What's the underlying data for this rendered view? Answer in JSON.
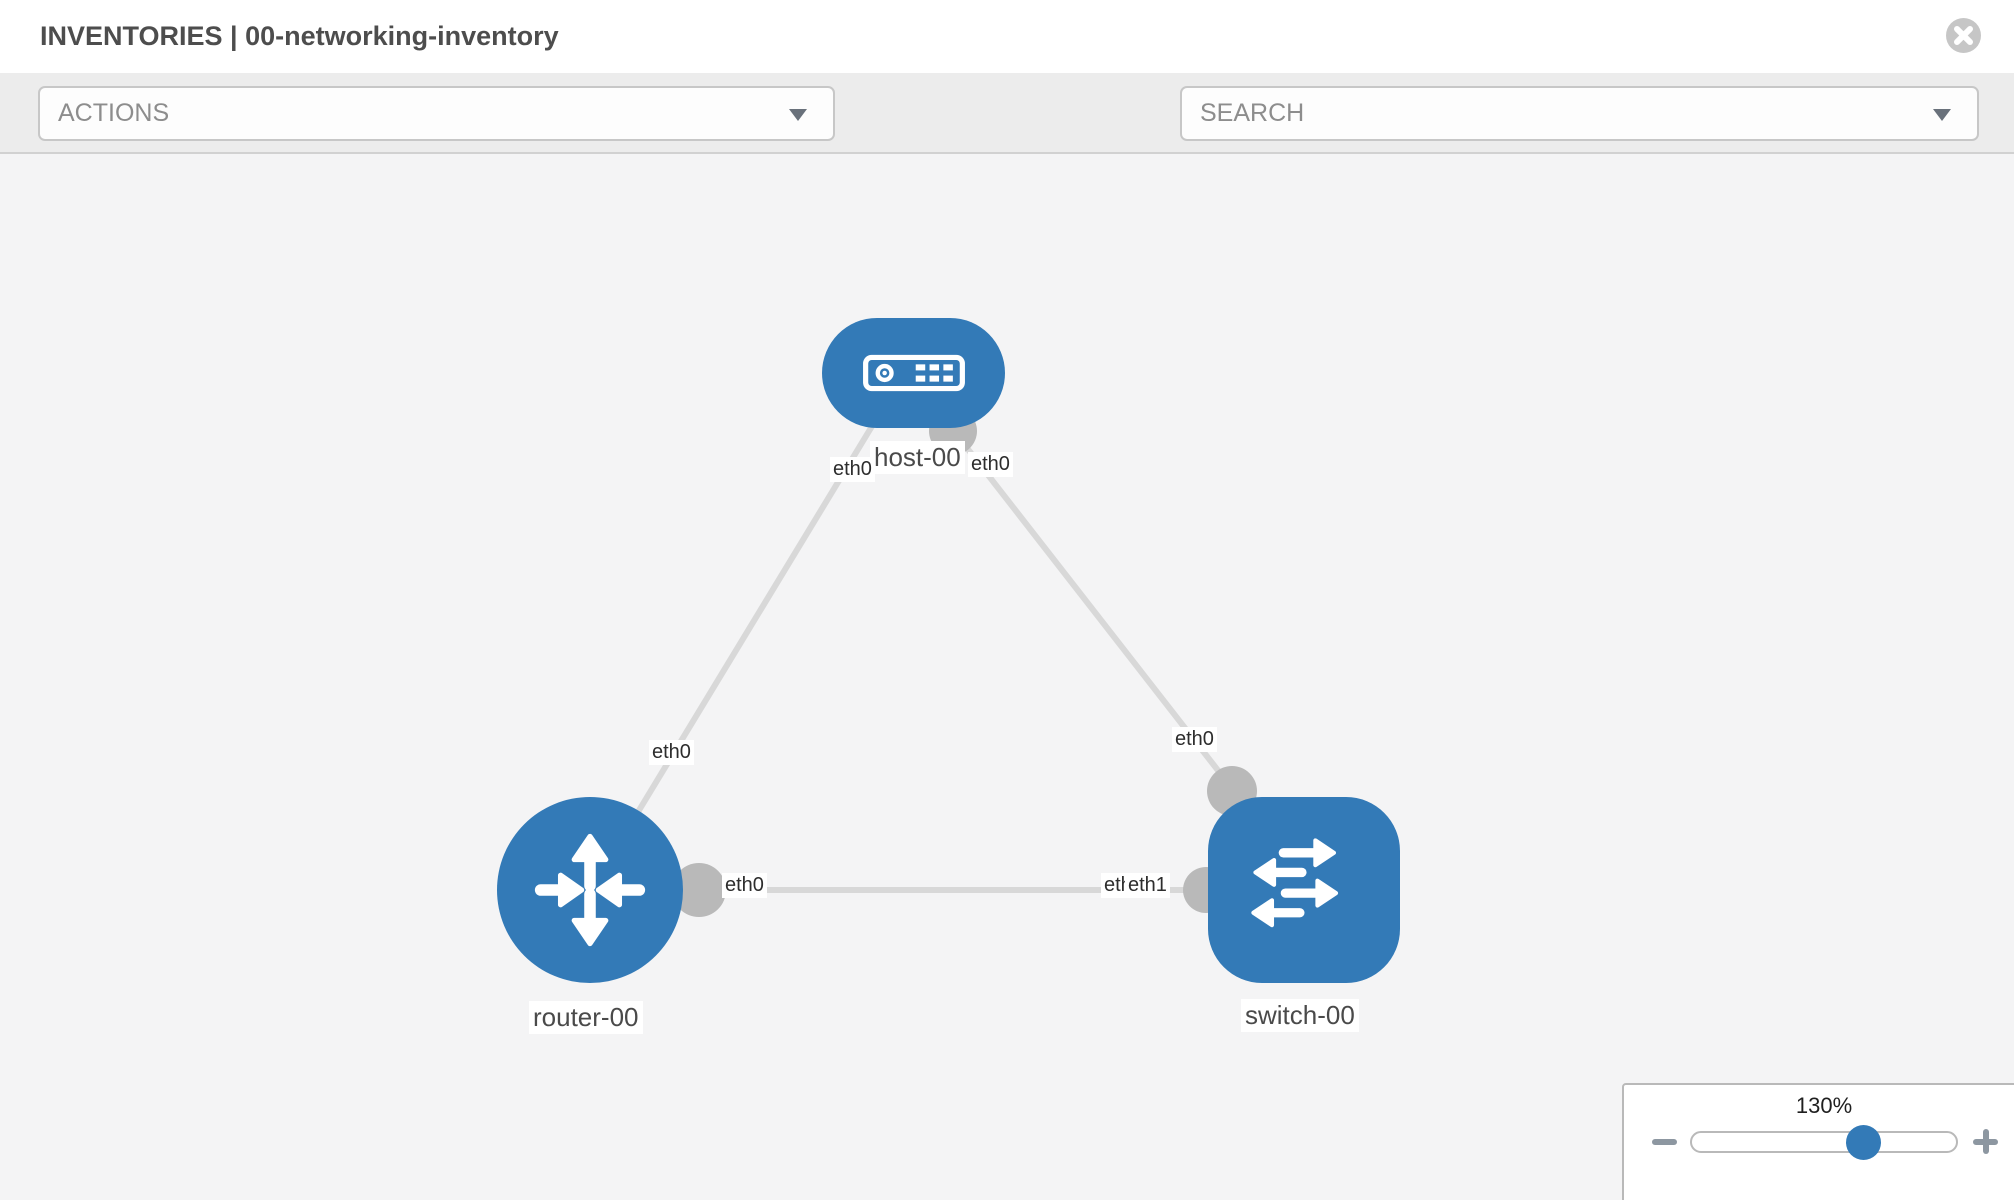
{
  "header": {
    "title": "INVENTORIES | 00-networking-inventory"
  },
  "toolbar": {
    "actions_label": "ACTIONS",
    "search_label": "SEARCH"
  },
  "diagram": {
    "nodes": [
      {
        "id": "host-00",
        "type": "host",
        "label": "host-00"
      },
      {
        "id": "router-00",
        "type": "router",
        "label": "router-00"
      },
      {
        "id": "switch-00",
        "type": "switch",
        "label": "switch-00"
      }
    ],
    "links": [
      {
        "from": "host-00",
        "to": "router-00",
        "from_if": "eth0",
        "to_if": "eth0"
      },
      {
        "from": "host-00",
        "to": "switch-00",
        "from_if": "eth0",
        "to_if": "eth0"
      },
      {
        "from": "router-00",
        "to": "switch-00",
        "from_if": "eth0",
        "to_if": "eth1",
        "overlapped_if": "eth0"
      }
    ]
  },
  "zoom_control": {
    "level": "130%"
  },
  "colors": {
    "node_blue": "#337ab7",
    "link_gray": "#d8d8d8",
    "port_gray": "#b9b9b9",
    "toolbar_gray": "#ececec",
    "canvas_gray": "#f4f4f5"
  }
}
